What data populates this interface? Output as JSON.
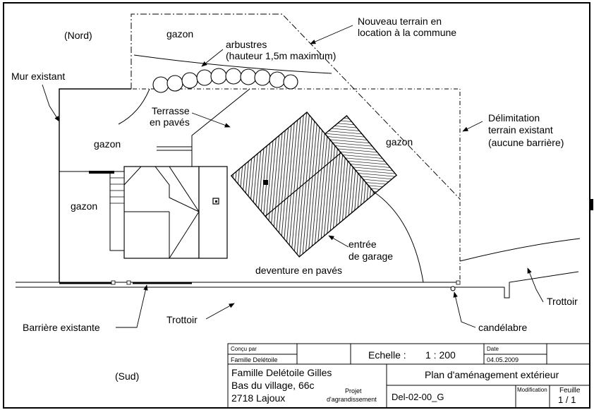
{
  "labels": {
    "nord": "(Nord)",
    "sud": "(Sud)",
    "gazon": "gazon",
    "arbustres_1": "arbustres",
    "arbustres_2": "(hauteur 1,5m maximum)",
    "nouveau_1": "Nouveau terrain en",
    "nouveau_2": "location à la commune",
    "mur_existant": "Mur existant",
    "terrasse_1": "Terrasse",
    "terrasse_2": "en pavés",
    "delimitation_1": "Délimitation",
    "delimitation_2": "terrain existant",
    "delimitation_3": "(aucune barrière)",
    "entree_1": "entrée",
    "entree_2": "de garage",
    "deventure": "deventure en pavés",
    "trottoir": "Trottoir",
    "barriere_existante": "Barrière existante",
    "candelabre": "candélabre"
  },
  "title_block": {
    "concu_par_label": "Conçu par",
    "concu_par_value": "Famille Delétoile",
    "echelle_label": "Echelle :",
    "echelle_value": "1 : 200",
    "date_label": "Date",
    "date_value": "04.05.2009",
    "owner_line1": "Famille Delétoile Gilles",
    "owner_line2": "Bas du village, 66c",
    "owner_line3": "2718 Lajoux",
    "projet_line1": "Projet",
    "projet_line2": "d'agrandissement",
    "plan_title": "Plan d'aménagement extérieur",
    "drawing_number": "Del-02-00_G",
    "modification_label": "Modification",
    "feuille_label": "Feuille",
    "feuille_value": "1 / 1"
  }
}
